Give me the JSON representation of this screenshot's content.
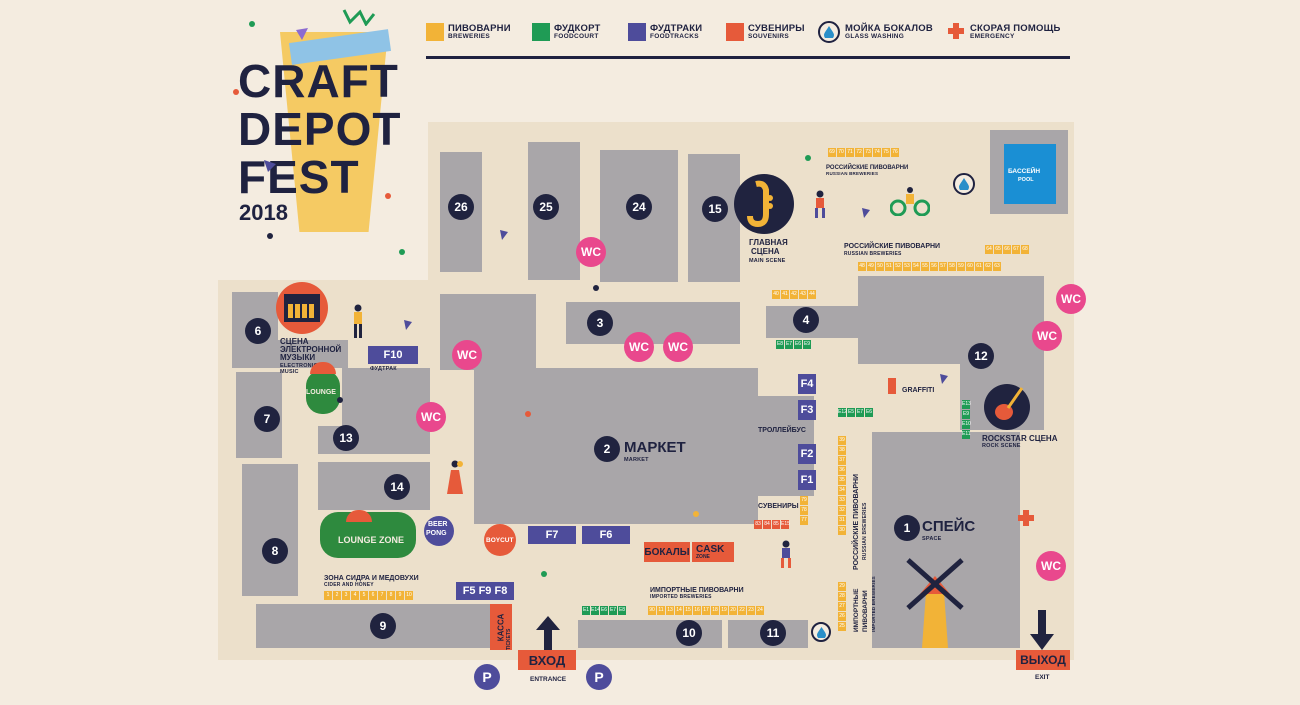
{
  "logo": {
    "line1": "CRAFT",
    "line2": "DEPOT",
    "line3": "FEST",
    "year": "2018"
  },
  "legend": [
    {
      "ru": "ПИВОВАРНИ",
      "en": "BREWERIES",
      "color": "#f2b337"
    },
    {
      "ru": "ФУДКОРТ",
      "en": "FOODCOURT",
      "color": "#1f9b55"
    },
    {
      "ru": "ФУДТРАКИ",
      "en": "FOODTRACKS",
      "color": "#4e4c9b"
    },
    {
      "ru": "СУВЕНИРЫ",
      "en": "SOUVENIRS",
      "color": "#e65a3a"
    },
    {
      "ru": "МОЙКА БОКАЛОВ",
      "en": "GLASS WASHING",
      "color": "#2a8fc9",
      "icon": "drop-icon"
    },
    {
      "ru": "СКОРАЯ ПОМОЩЬ",
      "en": "EMERGENCY",
      "color": "#e65a3a",
      "icon": "cross-icon"
    }
  ],
  "buildings": [
    "1",
    "2",
    "3",
    "4",
    "6",
    "7",
    "8",
    "9",
    "10",
    "11",
    "12",
    "13",
    "14",
    "15",
    "24",
    "25",
    "26"
  ],
  "wc": "WC",
  "pool": {
    "ru": "БАССЕЙН",
    "en": "POOL"
  },
  "stages": {
    "main": {
      "ru1": "ГЛАВНАЯ",
      "ru2": "СЦЕНА",
      "en": "MAIN SCENE"
    },
    "electro": {
      "ru1": "СЦЕНА",
      "ru2": "ЭЛЕКТРОННОЙ",
      "ru3": "МУЗЫКИ",
      "en1": "ELECTRONIC",
      "en2": "MUSIC"
    },
    "rock": {
      "ru": "ROCKSTAR СЦЕНА",
      "en": "ROCK SCENE"
    }
  },
  "zones": {
    "market": {
      "ru": "МАРКЕТ",
      "en": "MARKET"
    },
    "space": {
      "ru": "СПЕЙС",
      "en": "SPACE"
    },
    "lounge": "LOUNGE",
    "lounge_zone": "LOUNGE ZONE",
    "beer_pong_1": "BEER",
    "beer_pong_2": "PONG",
    "boycut": "BOYCUT",
    "graffiti": "GRAFFITI",
    "trolley": "ТРОЛЛЕЙБУС",
    "souvenirs": "СУВЕНИРЫ",
    "foodtruck": "ФУДТРАК",
    "bokaly": "БОКАЛЫ",
    "cask": "CASK",
    "cask_sub": "ZONE",
    "cider_ru": "ЗОНА СИДРА И МЕДОВУХИ",
    "cider_en": "CIDER AND HONEY"
  },
  "breweries": {
    "russian_ru": "РОССИЙСКИЕ ПИВОВАРНИ",
    "russian_en": "RUSSIAN BREWERIES",
    "imported_ru": "ИМПОРТНЫЕ ПИВОВАРНИ",
    "imported_en": "IMPORTED BREWERIES",
    "imported_ru_v1": "ИМПОРТНЫЕ",
    "imported_ru_v2": "ПИВОВАРНИ",
    "imported_en_v": "IMPORTED BREWERIES"
  },
  "stalls": {
    "r69": [
      "69",
      "70",
      "71",
      "72",
      "73",
      "74",
      "75",
      "76"
    ],
    "r64": [
      "64",
      "65",
      "66",
      "67",
      "68"
    ],
    "r48": [
      "48",
      "49",
      "50",
      "51",
      "52",
      "53",
      "54",
      "55",
      "56",
      "57",
      "58",
      "59",
      "60",
      "61",
      "62",
      "63"
    ],
    "r40": [
      "40",
      "41",
      "42",
      "43",
      "44"
    ],
    "rE8": [
      "E8",
      "E7",
      "E6",
      "E9"
    ],
    "rE12": [
      "E12",
      "E5",
      "E7",
      "E6"
    ],
    "cE13": [
      "E13",
      "E9",
      "E10",
      "E11"
    ],
    "c39": [
      "39",
      "38",
      "37",
      "36",
      "35",
      "34",
      "33",
      "32",
      "31",
      "30"
    ],
    "c29": [
      "29",
      "28",
      "27",
      "26",
      "25"
    ],
    "c79": [
      "79",
      "78",
      "77"
    ],
    "r83": [
      "83",
      "84",
      "85",
      "E15"
    ],
    "rE1": [
      "E1",
      "E14",
      "E6",
      "E7",
      "E8"
    ],
    "r90": [
      "90",
      "11",
      "13",
      "14",
      "15",
      "16",
      "17",
      "18",
      "19",
      "20",
      "22",
      "23",
      "24"
    ],
    "r1": [
      "1",
      "2",
      "3",
      "4",
      "5",
      "6",
      "7",
      "8",
      "9",
      "10"
    ]
  },
  "trucks": {
    "f1": "F1",
    "f2": "F2",
    "f3": "F3",
    "f4": "F4",
    "f5": "F5 F9 F8",
    "f6": "F6",
    "f7": "F7",
    "f10": "F10"
  },
  "entrance": {
    "kassa": "КАССА",
    "tickets": "TICKETS",
    "ru": "ВХОД",
    "en": "ENTRANCE"
  },
  "exit": {
    "ru": "ВЫХОД",
    "en": "EXIT"
  },
  "parking": "P"
}
